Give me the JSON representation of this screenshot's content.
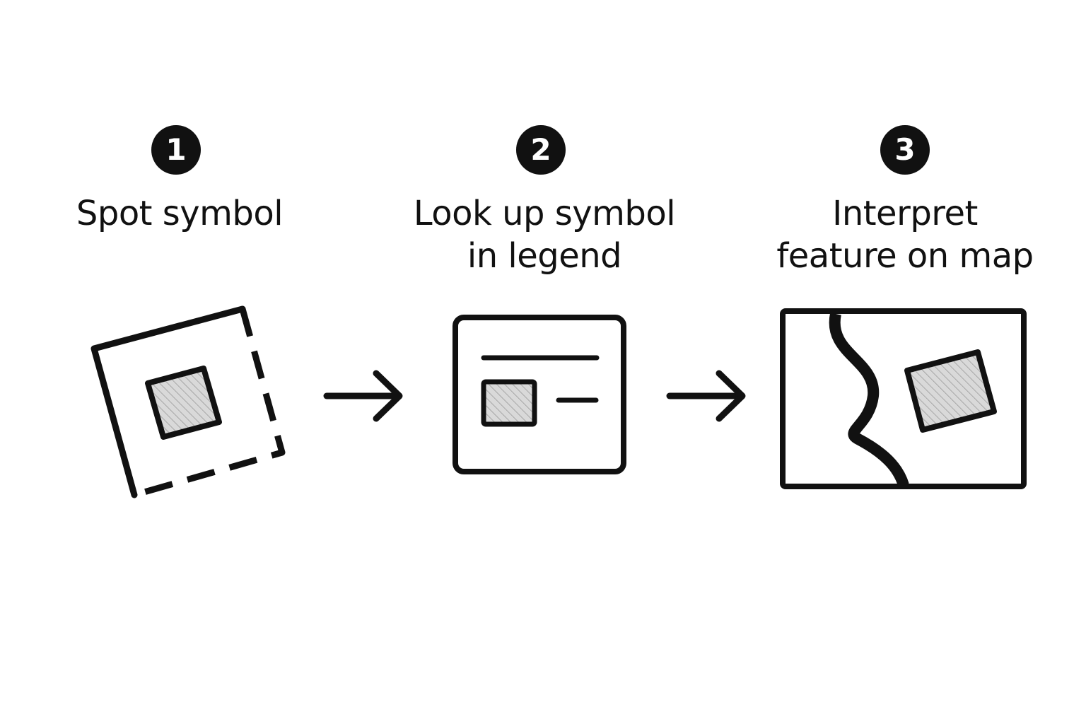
{
  "colors": {
    "ink": "#111111",
    "background": "#ffffff",
    "hatch_fill": "#d9d9d9"
  },
  "steps": [
    {
      "number": "1",
      "title_lines": [
        "Spot symbol"
      ],
      "icon": "dashed-frame-with-symbol-icon"
    },
    {
      "number": "2",
      "title_lines": [
        "Look up symbol",
        "in legend"
      ],
      "icon": "legend-panel-icon"
    },
    {
      "number": "3",
      "title_lines": [
        "Interpret",
        "feature on map"
      ],
      "icon": "map-with-river-icon"
    }
  ],
  "connectors": [
    "arrow-right-icon",
    "arrow-right-icon"
  ]
}
